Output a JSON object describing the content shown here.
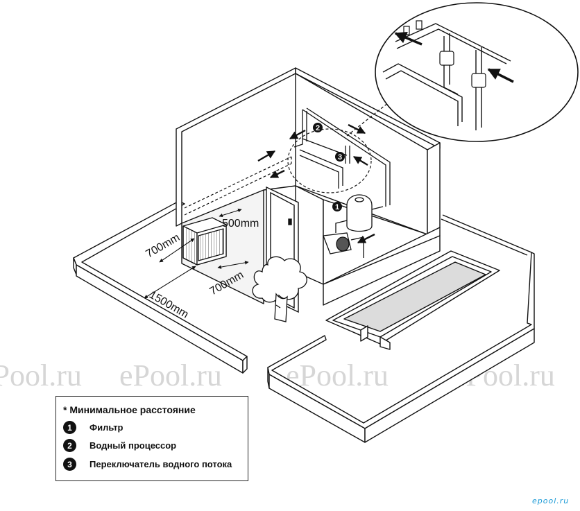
{
  "dimensions": {
    "left_clearance": "700mm",
    "back_clearance": "500mm",
    "side_length": "1500mm",
    "front_clearance": "700mm"
  },
  "markers": {
    "filter": "1",
    "processor": "2",
    "flow_switch": "3"
  },
  "watermark": "ePool.ru",
  "legend": {
    "title": "* Минимальное расстояние",
    "items": [
      {
        "num": "1",
        "label": "Фильтр"
      },
      {
        "num": "2",
        "label": "Водный процессор"
      },
      {
        "num": "3",
        "label": "Переключатель водного потока"
      }
    ]
  },
  "brand": "epool.ru"
}
